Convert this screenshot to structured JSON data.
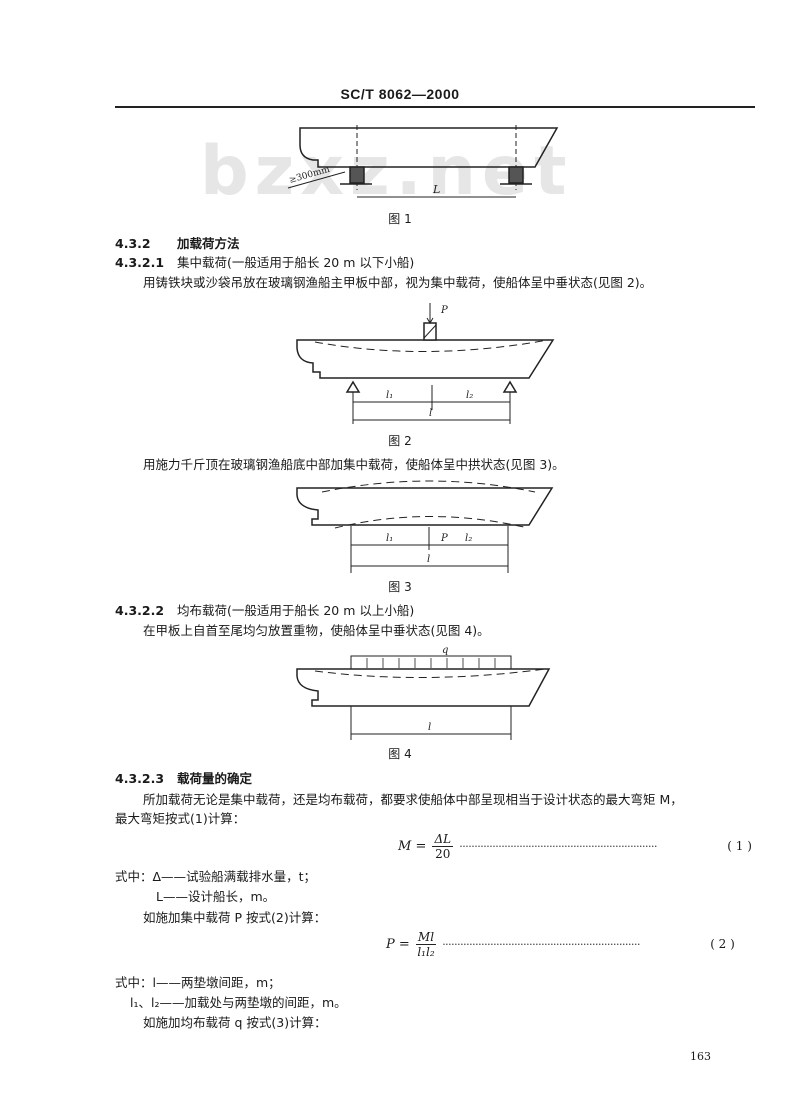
{
  "header": {
    "standard_code": "SC/T 8062—2000"
  },
  "watermark": "bzxz.net",
  "figures": [
    {
      "id": "fig1",
      "caption": "图 1",
      "labels": {
        "clearance": "≥300mm",
        "span": "L"
      }
    },
    {
      "id": "fig2",
      "caption": "图 2",
      "labels": {
        "load": "P",
        "l1": "l₁",
        "l2": "l₂",
        "span": "l"
      }
    },
    {
      "id": "fig3",
      "caption": "图 3",
      "labels": {
        "load": "P",
        "l1": "l₁",
        "l2": "l₂",
        "span": "l"
      }
    },
    {
      "id": "fig4",
      "caption": "图 4",
      "labels": {
        "load": "q",
        "span": "l"
      }
    }
  ],
  "sections": {
    "s432": {
      "num": "4.3.2",
      "title": "加载荷方法"
    },
    "s4321": {
      "num": "4.3.2.1",
      "title": "集中载荷(一般适用于船长 20 m 以下小船)",
      "para1": "用铸铁块或沙袋吊放在玻璃钢渔船主甲板中部，视为集中载荷，使船体呈中垂状态(见图 2)。",
      "para2": "用施力千斤顶在玻璃钢渔船底中部加集中载荷，使船体呈中拱状态(见图 3)。"
    },
    "s4322": {
      "num": "4.3.2.2",
      "title": "均布载荷(一般适用于船长 20 m 以上小船)",
      "para1": "在甲板上自首至尾均匀放置重物，使船体呈中垂状态(见图 4)。"
    },
    "s4323": {
      "num": "4.3.2.3",
      "title": "载荷量的确定",
      "para1a": "所加载荷无论是集中载荷，还是均布载荷，都要求使船体中部呈现相当于设计状态的最大弯矩 M，",
      "para1b": "最大弯矩按式(1)计算：",
      "eq1": {
        "lhs": "M =",
        "num": "ΔL",
        "den": "20",
        "no": "( 1 )"
      },
      "where1": [
        {
          "sym": "式中：Δ——",
          "desc": "试验船满载排水量，t；"
        },
        {
          "sym": "L——",
          "desc": "设计船长，m。"
        }
      ],
      "para2": "如施加集中载荷 P 按式(2)计算：",
      "eq2": {
        "lhs": "P =",
        "num": "Ml",
        "den": "l₁l₂",
        "no": "( 2 )"
      },
      "where2": [
        {
          "sym": "式中：l——",
          "desc": "两垫墩间距，m；"
        },
        {
          "sym": "l₁、l₂——",
          "desc": "加载处与两垫墩的间距，m。"
        }
      ],
      "para3": "如施加均布载荷 q 按式(3)计算："
    }
  },
  "footer": {
    "page_number": "163"
  }
}
